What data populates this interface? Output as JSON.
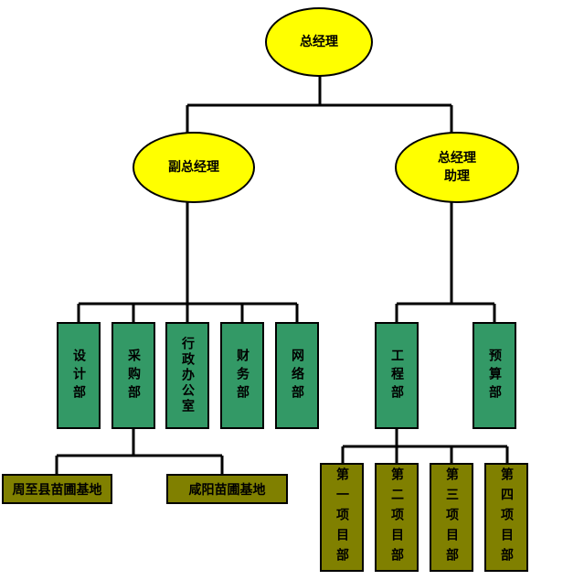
{
  "nodes": {
    "general_manager": "总经理",
    "deputy_general_manager": "副总经理",
    "assistant_line1": "总经理",
    "assistant_line2": "助理"
  },
  "departments": {
    "design": "设计部",
    "purchasing": "采购部",
    "admin_office": "行政办公室",
    "finance": "财务部",
    "network": "网络部",
    "engineering": "工程部",
    "budget": "预算部"
  },
  "bases": {
    "zhouzhi": "周至县苗圃基地",
    "xianyang": "咸阳苗圃基地"
  },
  "projects": {
    "first": "第一项目部",
    "second": "第二项目部",
    "third": "第三项目部",
    "fourth": "第四项目部"
  },
  "colors": {
    "ellipse_fill": "#ffff00",
    "department_fill": "#339966",
    "sub_unit_fill": "#808000",
    "line": "#000000"
  }
}
